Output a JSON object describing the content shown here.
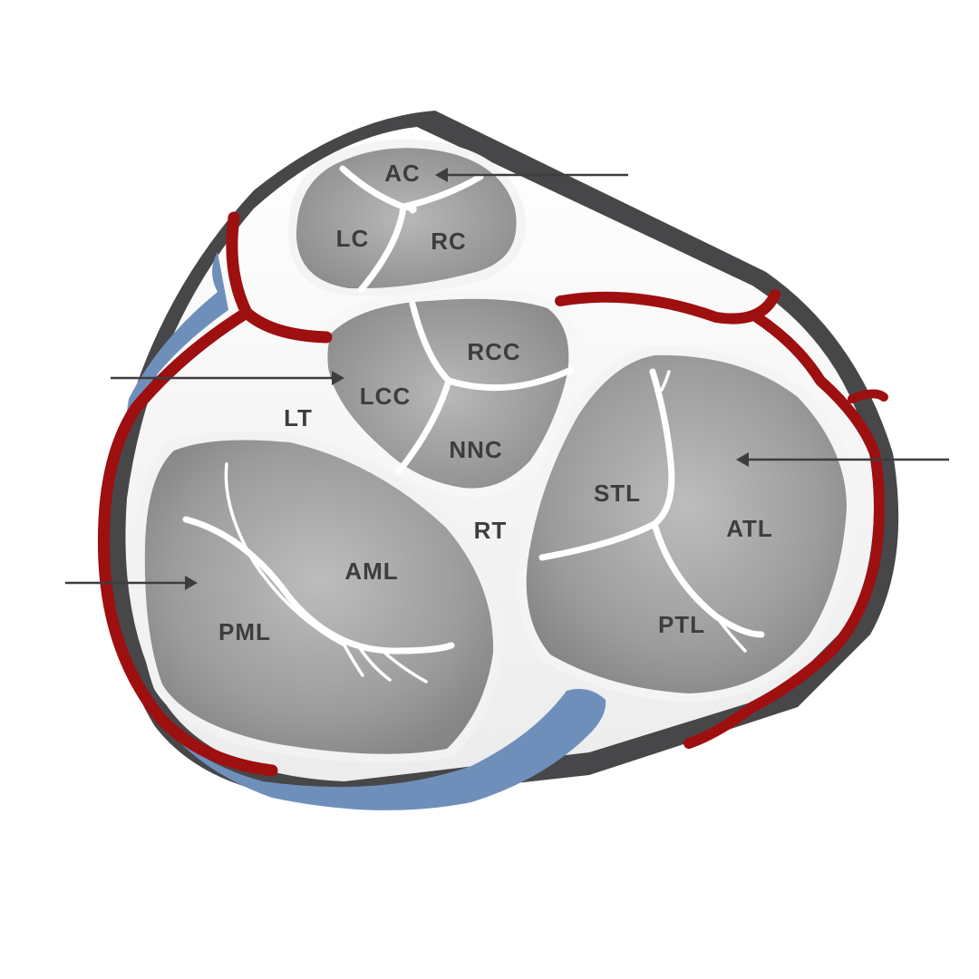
{
  "colors": {
    "background": "#ffffff",
    "skeleton_shadow": "#474749",
    "annulus": "#f6f6f6",
    "leaflet": "#9a9a9a",
    "leaflet_light": "#b6b6b6",
    "artery": "#9e0f10",
    "vein": "#6f8fbb",
    "label": "#3d3d3d"
  },
  "labels": {
    "ac": "AC",
    "lc": "LC",
    "rc": "RC",
    "rcc": "RCC",
    "lcc": "LCC",
    "nnc": "NNC",
    "lt": "LT",
    "rt": "RT",
    "stl": "STL",
    "atl": "ATL",
    "ptl": "PTL",
    "aml": "AML",
    "pml": "PML"
  },
  "icons": {
    "arrow": "left-pointing-arrow"
  }
}
